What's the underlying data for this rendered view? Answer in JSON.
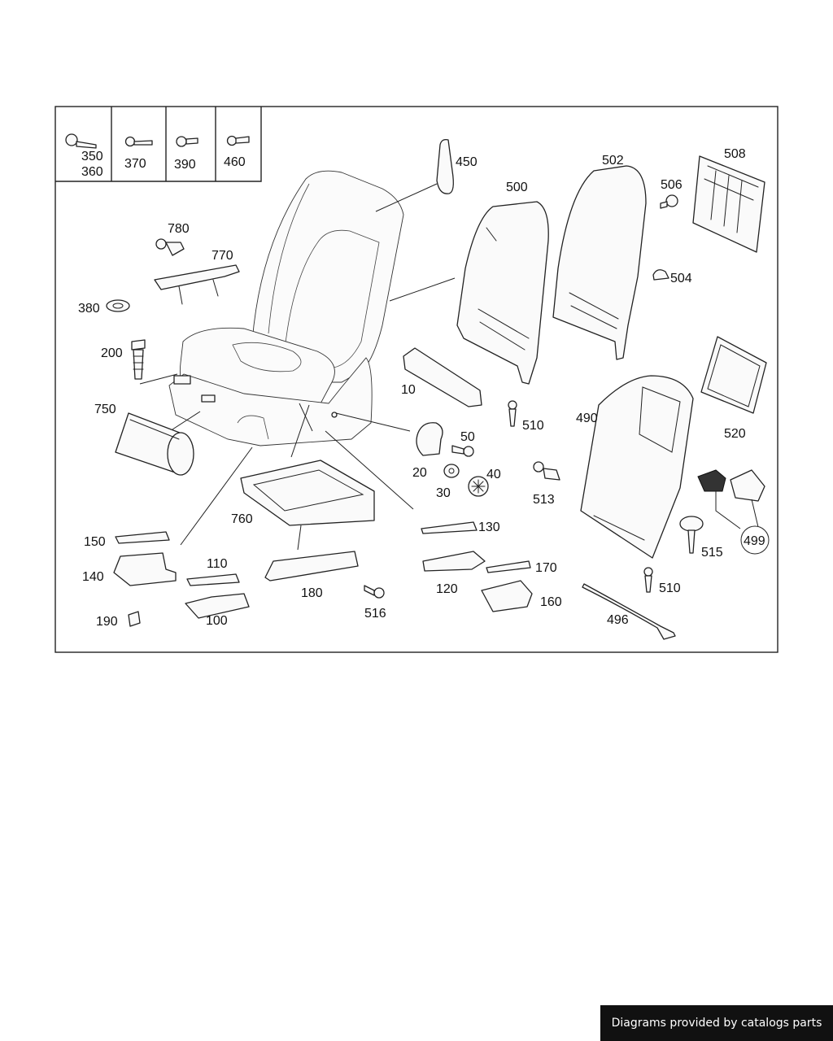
{
  "diagram": {
    "labels": {
      "p350": "350",
      "p360": "360",
      "p370": "370",
      "p390": "390",
      "p460": "460",
      "p450": "450",
      "p500": "500",
      "p502": "502",
      "p508": "508",
      "p506": "506",
      "p504": "504",
      "p780": "780",
      "p770": "770",
      "p380": "380",
      "p200": "200",
      "p750": "750",
      "p10": "10",
      "p520": "520",
      "p510a": "510",
      "p490": "490",
      "p50": "50",
      "p20": "20",
      "p40": "40",
      "p30": "30",
      "p513": "513",
      "p760": "760",
      "p150": "150",
      "p130": "130",
      "p140": "140",
      "p110": "110",
      "p180": "180",
      "p120": "120",
      "p170": "170",
      "p499": "499",
      "p515": "515",
      "p510b": "510",
      "p160": "160",
      "p516": "516",
      "p190": "190",
      "p100": "100",
      "p496": "496"
    }
  },
  "footer": {
    "text": "Diagrams provided by catalogs parts"
  }
}
